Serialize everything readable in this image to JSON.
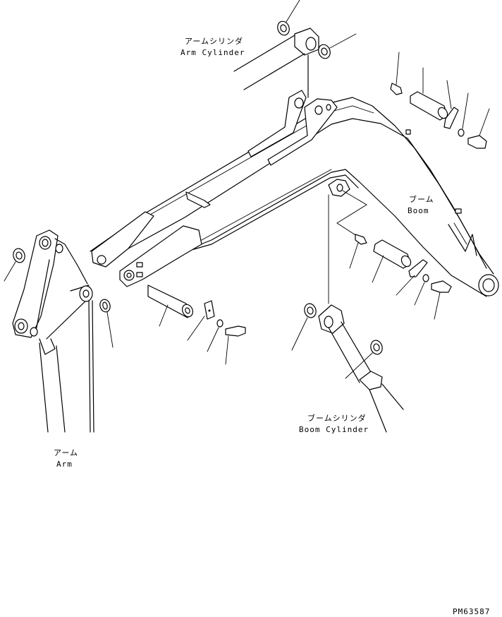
{
  "labels": {
    "arm_cylinder_jp": "アームシリンダ",
    "arm_cylinder_en": "Arm Cylinder",
    "boom_jp": "ブーム",
    "boom_en": "Boom",
    "boom_cylinder_jp": "ブームシリンダ",
    "boom_cylinder_en": "Boom Cylinder",
    "arm_jp": "アーム",
    "arm_en": "Arm",
    "drawing_number": "PM63587"
  }
}
